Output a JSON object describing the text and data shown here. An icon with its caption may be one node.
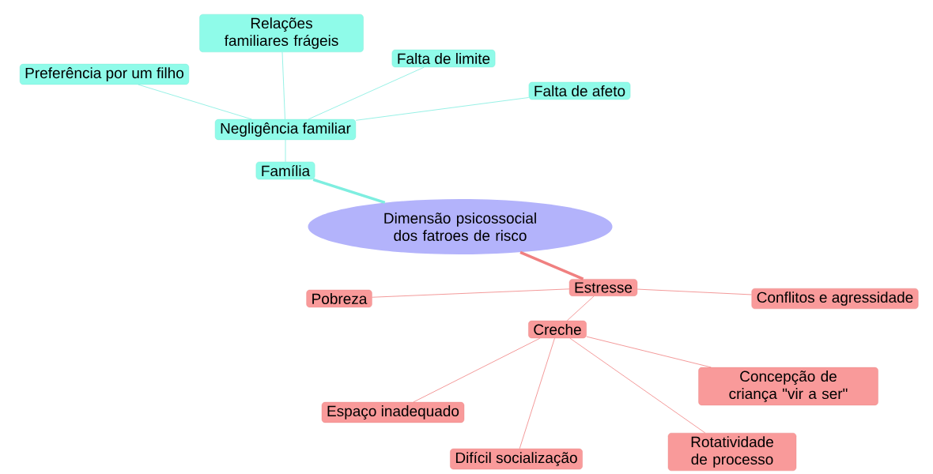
{
  "diagram": {
    "nodes": [
      {
        "text": [
          "Dimensão psicossocial dos fatroes de risco"
        ]
      },
      {
        "text": [
          "Família"
        ]
      },
      {
        "text": [
          "Negligência familiar"
        ]
      },
      {
        "text": [
          "Relações familiares frágeis"
        ]
      },
      {
        "text": [
          "Preferência por um filho"
        ]
      },
      {
        "text": [
          "Falta de limite"
        ]
      },
      {
        "text": [
          "Falta de afeto"
        ]
      },
      {
        "text": [
          "Estresse"
        ]
      },
      {
        "text": [
          "Pobreza"
        ]
      },
      {
        "text": [
          "Conflitos e agressidade"
        ]
      },
      {
        "text": [
          "Creche"
        ]
      },
      {
        "text": [
          "Espaço inadequado"
        ]
      },
      {
        "text": [
          "Difícil socialização"
        ]
      },
      {
        "text": [
          "Concepção de criança \"vir a ser\""
        ]
      },
      {
        "text": [
          "Rotatividade de processo"
        ]
      }
    ],
    "edges": [
      {
        "from": 0,
        "to": 1,
        "arrow": "none",
        "style": "thick",
        "color": "#7eeee0"
      },
      {
        "from": 1,
        "to": 2,
        "arrow": "none",
        "color": "#7eeee0"
      },
      {
        "from": 2,
        "to": 3,
        "arrow": "none",
        "color": "#7eeee0"
      },
      {
        "from": 2,
        "to": 4,
        "arrow": "none",
        "color": "#7eeee0"
      },
      {
        "from": 2,
        "to": 5,
        "arrow": "none",
        "color": "#7eeee0"
      },
      {
        "from": 2,
        "to": 6,
        "arrow": "none",
        "color": "#7eeee0"
      },
      {
        "from": 0,
        "to": 7,
        "arrow": "none",
        "style": "thick"
      },
      {
        "from": 7,
        "to": 8,
        "arrow": "none"
      },
      {
        "from": 7,
        "to": 9,
        "arrow": "none"
      },
      {
        "from": 7,
        "to": 10,
        "arrow": "none"
      },
      {
        "from": 10,
        "to": 11,
        "arrow": "none"
      },
      {
        "from": 10,
        "to": 12,
        "arrow": "none"
      },
      {
        "from": 10,
        "to": 13,
        "arrow": "none"
      },
      {
        "from": 10,
        "to": 14,
        "arrow": "none"
      }
    ]
  }
}
